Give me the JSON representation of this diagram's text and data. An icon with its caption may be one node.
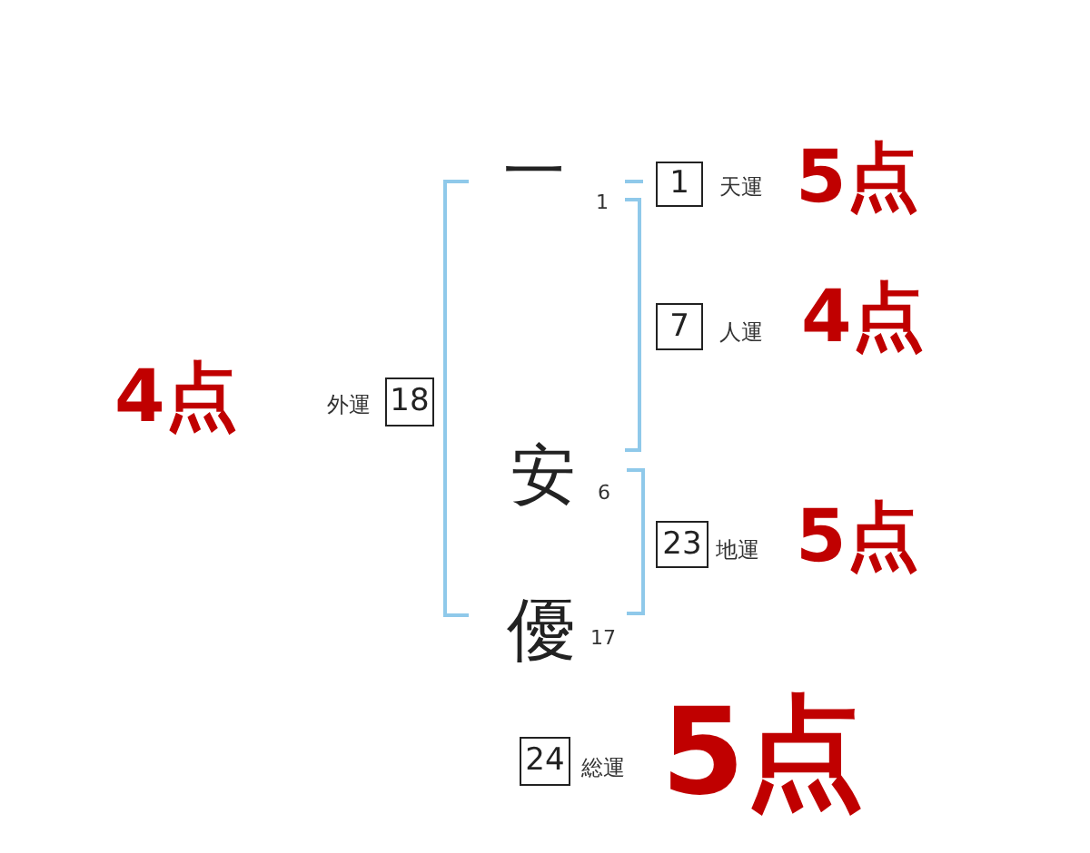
{
  "diagram": {
    "nodes": [
      {
        "text": [
          "1"
        ],
        "beside": [
          "天運",
          "5点"
        ]
      },
      {
        "text": [
          "7"
        ],
        "beside": [
          "人運",
          "4点"
        ]
      },
      {
        "text": [
          "18"
        ],
        "beside": [
          "外運",
          "4点"
        ]
      },
      {
        "text": [
          "23"
        ],
        "beside": [
          "地運",
          "5点"
        ]
      },
      {
        "text": [
          "24"
        ],
        "beside": [
          "総運",
          "5点"
        ]
      }
    ],
    "labels": [
      "一",
      "1",
      "安",
      "6",
      "優",
      "17"
    ]
  }
}
